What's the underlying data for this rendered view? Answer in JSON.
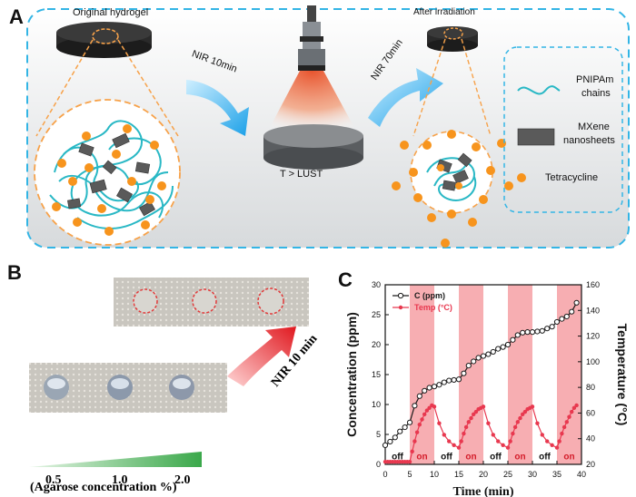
{
  "panel_a": {
    "letter": "A",
    "original_label": "Original hydrogel",
    "nir_10": "NIR 10min",
    "nir_70": "NIR 70min",
    "after_label": "After irradiation",
    "lust_label": "T > LUST",
    "legend": {
      "chains": [
        "PNIPAm",
        "chains"
      ],
      "mxene": [
        "MXene",
        "nanosheets"
      ],
      "tetracycline": "Tetracycline"
    }
  },
  "panel_b": {
    "letter": "B",
    "nir_label": "NIR 10 min",
    "conc_values": [
      "0.5",
      "1.0",
      "2.0"
    ],
    "caption": "(Agarose concentration %)"
  },
  "panel_c": {
    "letter": "C",
    "legend": [
      "C (ppm)",
      "Temp (°C)"
    ],
    "states": [
      "off",
      "on",
      "off",
      "on",
      "off",
      "on",
      "off",
      "on"
    ]
  },
  "chart_data": {
    "type": "line",
    "xlabel": "Time (min)",
    "ylabel": "Concentration (ppm)",
    "ylabel_right": "Temperature (°C)",
    "xlim": [
      0,
      40
    ],
    "ylim": [
      0,
      30
    ],
    "ylim_right": [
      20,
      160
    ],
    "x_ticks": [
      0,
      5,
      10,
      15,
      20,
      25,
      30,
      35,
      40
    ],
    "y_ticks": [
      0,
      5,
      10,
      15,
      20,
      25,
      30
    ],
    "y_right_ticks": [
      20,
      40,
      60,
      80,
      100,
      120,
      140,
      160
    ],
    "on_intervals": [
      [
        5,
        10
      ],
      [
        15,
        20
      ],
      [
        25,
        30
      ],
      [
        35,
        40
      ]
    ],
    "colors": {
      "concentration": "#1a1a1a",
      "temperature": "#e8384f",
      "on_band": "#f06b73"
    },
    "series": [
      {
        "name": "C (ppm)",
        "axis": "left",
        "x": [
          0,
          1,
          2,
          3,
          4,
          5,
          6,
          7,
          8,
          9,
          10,
          11,
          12,
          13,
          14,
          15,
          16,
          17,
          18,
          19,
          20,
          21,
          22,
          23,
          24,
          25,
          26,
          27,
          28,
          29,
          30,
          31,
          32,
          33,
          34,
          35,
          36,
          37,
          38,
          39
        ],
        "y": [
          3.2,
          3.8,
          4.5,
          5.5,
          6.2,
          7.0,
          9.8,
          11.4,
          12.3,
          12.8,
          13.0,
          13.3,
          13.7,
          14.0,
          14.1,
          14.2,
          15.2,
          16.5,
          17.2,
          17.8,
          18.1,
          18.4,
          18.8,
          19.3,
          19.6,
          20.0,
          20.8,
          21.6,
          22.0,
          22.1,
          22.1,
          22.2,
          22.3,
          22.7,
          23.0,
          23.8,
          24.3,
          24.7,
          25.5,
          27.0
        ]
      },
      {
        "name": "Temp (°C)",
        "axis": "right",
        "x": [
          0,
          0.5,
          1,
          1.5,
          2,
          2.5,
          3,
          3.5,
          4,
          4.5,
          5,
          5.5,
          6,
          6.5,
          7,
          7.5,
          8,
          8.5,
          9,
          9.5,
          10,
          11,
          12,
          13,
          14,
          15,
          15.5,
          16,
          16.5,
          17,
          17.5,
          18,
          18.5,
          19,
          19.5,
          20,
          21,
          22,
          23,
          24,
          25,
          25.5,
          26,
          26.5,
          27,
          27.5,
          28,
          28.5,
          29,
          29.5,
          30,
          31,
          32,
          33,
          34,
          35,
          35.5,
          36,
          36.5,
          37,
          37.5,
          38,
          38.5,
          39
        ],
        "y": [
          22,
          22,
          22,
          22,
          22,
          22,
          22,
          22,
          22,
          22,
          22,
          30,
          38,
          45,
          51,
          55,
          59,
          62,
          64,
          66,
          65,
          52,
          43,
          38,
          35,
          33,
          38,
          44,
          49,
          53,
          56,
          59,
          61,
          63,
          64,
          65,
          52,
          43,
          38,
          35,
          33,
          38,
          44,
          49,
          53,
          56,
          59,
          61,
          63,
          64,
          65,
          52,
          43,
          38,
          35,
          33,
          38,
          44,
          49,
          53,
          57,
          61,
          64,
          66
        ]
      }
    ]
  }
}
